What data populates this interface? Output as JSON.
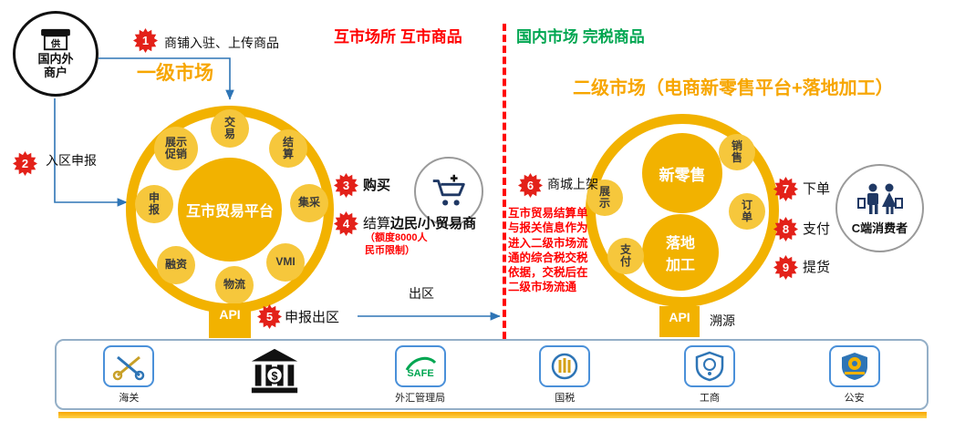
{
  "header": {
    "left_title": "互市场所 互市商品",
    "right_title": "国内市场 完税商品",
    "primary_market": "一级市场",
    "secondary_market": "二级市场（电商新零售平台+落地加工）"
  },
  "merchant": {
    "icon_char": "供",
    "name": "国内外商户"
  },
  "steps": [
    {
      "num": "1",
      "label": "商铺入驻、上传商品"
    },
    {
      "num": "2",
      "label": "入区申报"
    },
    {
      "num": "3",
      "label": "购买"
    },
    {
      "num": "4",
      "label": "结算",
      "bold": "边民/小贸易商",
      "note": "（额度8000人民币限制）"
    },
    {
      "num": "5",
      "label": "申报出区"
    },
    {
      "num": "6",
      "label": "商城上架"
    },
    {
      "num": "7",
      "label": "下单"
    },
    {
      "num": "8",
      "label": "支付"
    },
    {
      "num": "9",
      "label": "提货"
    }
  ],
  "left_circle": {
    "hub": "互市贸易平台",
    "satellites": [
      "交易",
      "结算",
      "集采",
      "VMI",
      "物流",
      "融资",
      "申报",
      "展示促销"
    ],
    "api_label": "API"
  },
  "middle": {
    "exit_label": "出区",
    "tax_note": "互市贸易结算单与报关信息作为进入二级市场流通的综合税交税依据，交税后在二级市场流通"
  },
  "right_circle": {
    "hubs": [
      "新零售",
      "落地加工"
    ],
    "satellites": [
      "销售",
      "订单",
      "展示",
      "支付"
    ],
    "api_label": "API",
    "trace_label": "溯源"
  },
  "consumer": {
    "name": "C端消费者"
  },
  "agencies": [
    {
      "name": "海关",
      "icon_text": ""
    },
    {
      "name": "",
      "icon_text": "$"
    },
    {
      "name": "外汇管理局",
      "icon_text": "SAFE"
    },
    {
      "name": "国税",
      "icon_text": ""
    },
    {
      "name": "工商",
      "icon_text": ""
    },
    {
      "name": "公安",
      "icon_text": ""
    }
  ],
  "colors": {
    "gold": "#F2B200",
    "satellite_gold": "#F6C73C",
    "badge_red": "#E32119",
    "text_red": "#FF0000",
    "text_green": "#00A651",
    "text_orange": "#F7A600",
    "arrow_blue": "#2E75B6",
    "icon_navy": "#1F3864"
  }
}
